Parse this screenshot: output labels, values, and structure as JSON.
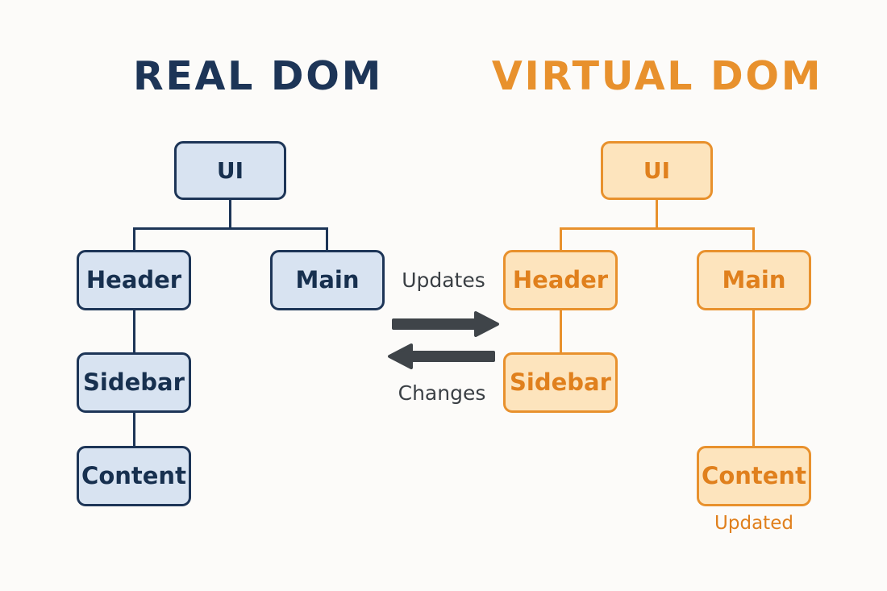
{
  "background_color": "#fcfbf9",
  "panels": {
    "left": {
      "title": "REAL DOM",
      "color": "#1d3557",
      "fill": "#d8e3f1",
      "nodes": {
        "root": "UI",
        "header": "Header",
        "main": "Main",
        "sidebar": "Sidebar",
        "content": "Content"
      }
    },
    "right": {
      "title": "VIRTUAL DOM",
      "color": "#e8912d",
      "fill": "#fde4bd",
      "nodes": {
        "root": "UI",
        "header": "Header",
        "main": "Main",
        "sidebar": "Sidebar",
        "content": "Content"
      },
      "content_caption": "Updated"
    }
  },
  "middle": {
    "arrow_top_label": "Updates",
    "arrow_bottom_label": "Changes",
    "arrow_color": "#3f4449",
    "arrow_top_direction": "right",
    "arrow_bottom_direction": "left"
  }
}
